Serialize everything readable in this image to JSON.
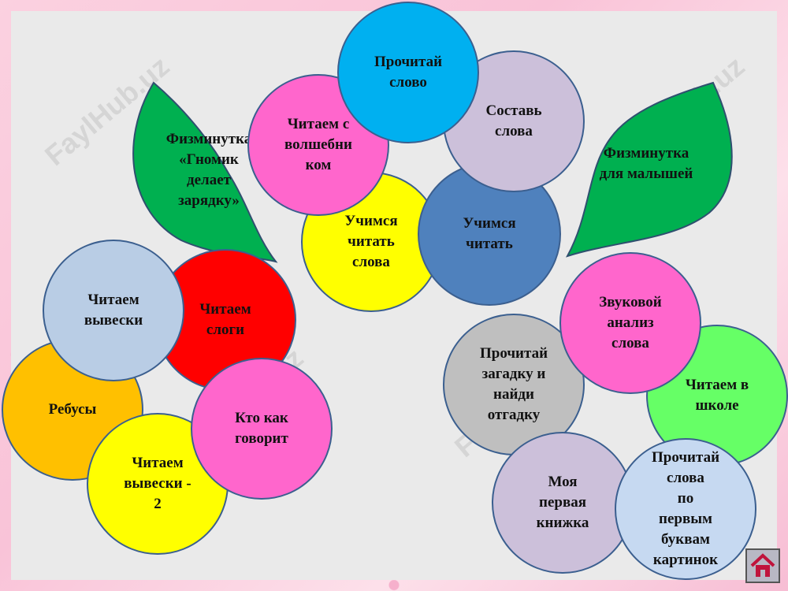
{
  "watermark": "FaylHub.uz",
  "bubbles": {
    "prochitai_slovo": "Прочитай\nслово",
    "chitaem_s_volshebnikom": "Читаем с\nволшебни\nком",
    "sostav_slova": "Составь\nслова",
    "uchimsya_chitat_slova": "Учимся\nчитать\nслова",
    "uchimsya_chitat": "Учимся\nчитать",
    "chitaem_vyveski": "Читаем\nвывески",
    "chitaem_slogi": "Читаем\nслоги",
    "rebusy": "Ребусы",
    "kto_kak_govorit": "Кто как\nговорит",
    "chitaem_vyveski_2": "Читаем\nвывески -\n2",
    "zvukovoi_analiz": "Звуковой\nанализ\nслова",
    "prochitai_zagadku": "Прочитай\nзагадку и\nнайди\nотгадку",
    "chitaem_v_shkole": "Читаем  в\nшколе",
    "moya_pervaya_knizhka": "Моя\nпервая\nкнижка",
    "prochitai_po_bukvam": "Прочитай\nслова\nпо\nпервым\nбуквам\nкартинок"
  },
  "leaves": {
    "left": "Физминутка\n«Гномик\nделает\nзарядку»",
    "right": "Физминутка\nдля малышей"
  },
  "colors": {
    "blue": "#00b0f0",
    "pink": "#ff66cc",
    "lilac": "#ccc0da",
    "yellow": "#ffff00",
    "steel": "#4f81bd",
    "lightblue": "#b9cde5",
    "red": "#ff0000",
    "orange": "#ffc000",
    "gray": "#bfbfbf",
    "green": "#66ff66",
    "lightlav": "#c6d9f1",
    "leaf": "#00b050"
  },
  "home_icon": "home-icon"
}
